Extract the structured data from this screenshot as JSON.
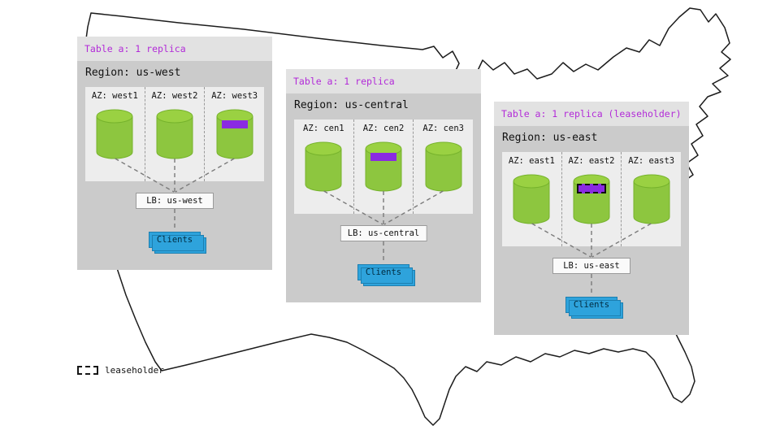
{
  "colors": {
    "title_purple": "#b22bd8",
    "purple_bar": "#8a2be2",
    "client_blue": "#2ea3dc",
    "cylinder_green": "#8dc63f"
  },
  "legend": {
    "label": "leaseholder"
  },
  "regions": [
    {
      "table_label": "Table a: 1 replica",
      "region_label": "Region: us-west",
      "azs": [
        {
          "label": "AZ: west1",
          "replica": false,
          "leaseholder": false
        },
        {
          "label": "AZ: west2",
          "replica": false,
          "leaseholder": false
        },
        {
          "label": "AZ: west3",
          "replica": true,
          "leaseholder": false
        }
      ],
      "lb_label": "LB: us-west",
      "clients_label": "Clients"
    },
    {
      "table_label": "Table a: 1 replica",
      "region_label": "Region: us-central",
      "azs": [
        {
          "label": "AZ: cen1",
          "replica": false,
          "leaseholder": false
        },
        {
          "label": "AZ: cen2",
          "replica": true,
          "leaseholder": false
        },
        {
          "label": "AZ: cen3",
          "replica": false,
          "leaseholder": false
        }
      ],
      "lb_label": "LB: us-central",
      "clients_label": "Clients"
    },
    {
      "table_label": "Table a: 1 replica (leaseholder)",
      "region_label": "Region: us-east",
      "azs": [
        {
          "label": "AZ: east1",
          "replica": false,
          "leaseholder": false
        },
        {
          "label": "AZ: east2",
          "replica": true,
          "leaseholder": true
        },
        {
          "label": "AZ: east3",
          "replica": false,
          "leaseholder": false
        }
      ],
      "lb_label": "LB: us-east",
      "clients_label": "Clients"
    }
  ]
}
